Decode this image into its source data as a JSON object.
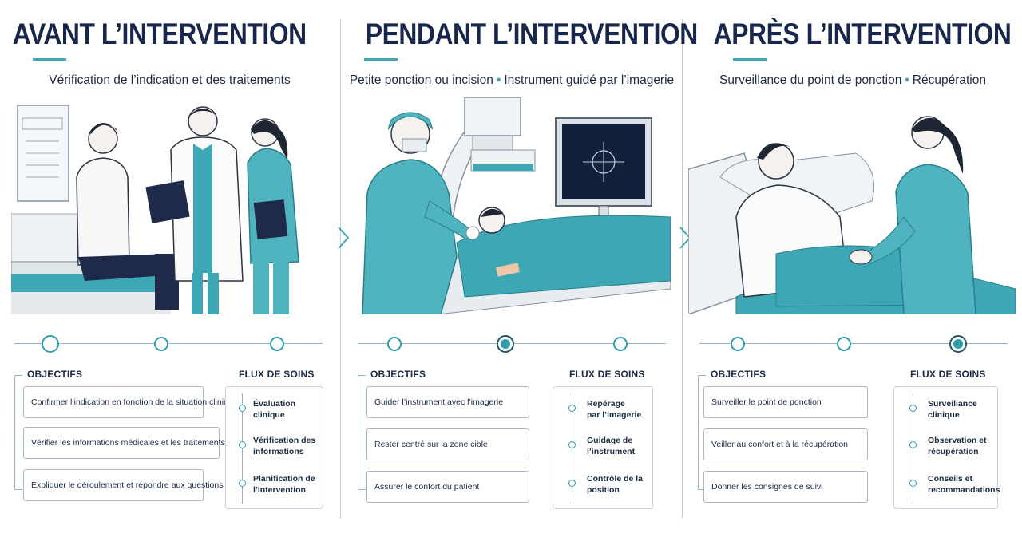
{
  "panels": [
    {
      "title": "AVANT L’INTERVENTION",
      "subtitle": [
        "Vérification de l’indication et des traitements"
      ],
      "objectives_title": "OBJECTIFS",
      "objectives": [
        "Confirmer l’indication en fonction de la situation clinique",
        "Vérifier les informations médicales et les traitements en cours",
        "Expliquer le déroulement et répondre aux questions"
      ],
      "flux_title": "FLUX DE SOINS",
      "flux": [
        "Évaluation\nclinique",
        "Vérification des\ninformations",
        "Planification de\nl’intervention"
      ]
    },
    {
      "title": "PENDANT L’INTERVENTION",
      "subtitle": [
        "Petite ponction ou incision",
        "Instrument guidé par l’imagerie"
      ],
      "objectives_title": "OBJECTIFS",
      "objectives": [
        "Guider l’instrument avec l’imagerie",
        "Rester centré sur la zone cible",
        "Assurer le confort du patient"
      ],
      "flux_title": "FLUX DE SOINS",
      "flux": [
        "Repérage\npar l’imagerie",
        "Guidage de\nl’instrument",
        "Contrôle de la\nposition"
      ]
    },
    {
      "title": "APRÈS L’INTERVENTION",
      "subtitle": [
        "Surveillance du point de ponction",
        "Récupération"
      ],
      "objectives_title": "OBJECTIFS",
      "objectives": [
        "Surveiller le point de ponction",
        "Veiller au confort et à la récupération",
        "Donner les consignes de suivi"
      ],
      "flux_title": "FLUX DE SOINS",
      "flux": [
        "Surveillance\nclinique",
        "Observation et\nrécupération",
        "Conseils et\nrecommandations"
      ]
    }
  ],
  "active_step": [
    0,
    1,
    2
  ],
  "colors": {
    "navy": "#17264a",
    "teal": "#3ea7b5",
    "teal_dark": "#2f9dac",
    "scrub": "#4fb3c0",
    "line": "#9ab2bd"
  },
  "icons": [
    "chevron-right-icon",
    "timeline-node-icon",
    "flux-node-icon"
  ]
}
